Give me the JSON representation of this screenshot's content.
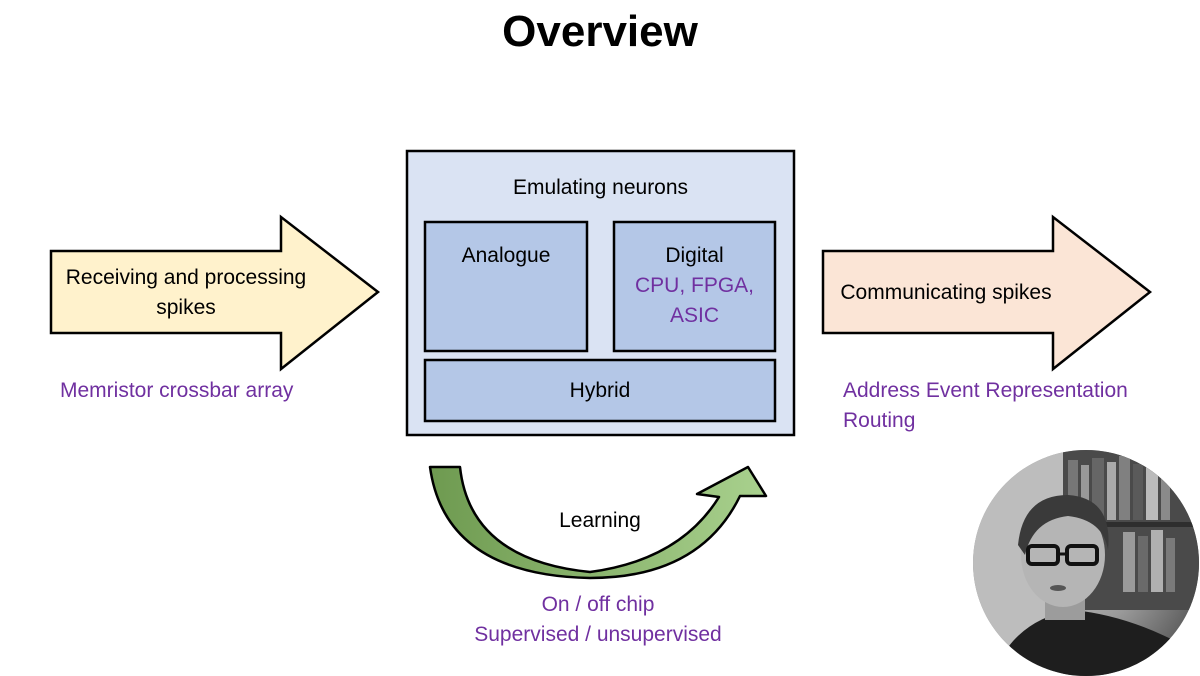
{
  "slide": {
    "title": "Overview"
  },
  "diagram": {
    "left_arrow": {
      "label_line1": "Receiving and processing",
      "label_line2": "spikes",
      "note": "Memristor crossbar array",
      "fill": "#fff2cc"
    },
    "center_box": {
      "label": "Emulating neurons",
      "fill": "#dae3f3",
      "analogue": {
        "label": "Analogue"
      },
      "digital": {
        "label": "Digital",
        "sub_line1": "CPU, FPGA,",
        "sub_line2": "ASIC"
      },
      "hybrid": {
        "label": "Hybrid"
      },
      "inner_fill": "#b4c7e7"
    },
    "right_arrow": {
      "label": "Communicating spikes",
      "note_line1": "Address Event Representation",
      "note_line2": "Routing",
      "fill": "#fbe5d6"
    },
    "learning_arrow": {
      "label": "Learning",
      "note_line1": "On / off chip",
      "note_line2": "Supervised / unsupervised"
    }
  },
  "colors": {
    "note_text": "#7030a0",
    "learning_dark": "#6e9a50",
    "learning_light": "#a9d18e"
  },
  "webcam": {
    "icon": "presenter-video-icon"
  }
}
